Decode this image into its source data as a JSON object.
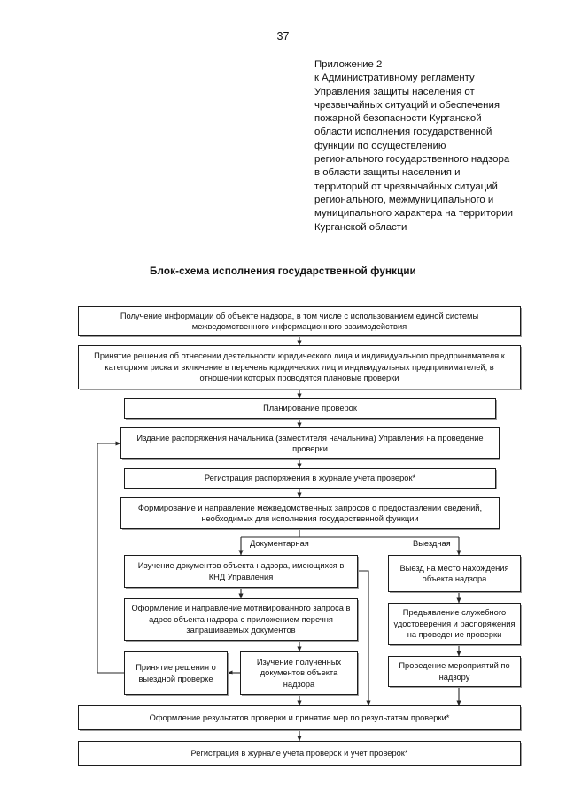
{
  "page": {
    "number": "37"
  },
  "header": {
    "lines": [
      "Приложение 2",
      "к Административному регламенту",
      "Управления защиты населения от",
      "чрезвычайных ситуаций и обеспечения",
      "пожарной безопасности Курганской",
      "области исполнения государственной",
      "функции по осуществлению",
      "регионального государственного надзора",
      "в области защиты населения и",
      "территорий от чрезвычайных ситуаций",
      "регионального, межмуниципального и",
      "муниципального характера на территории",
      "Курганской области"
    ]
  },
  "diagram": {
    "title": "Блок-схема исполнения государственной функции",
    "branch_labels": {
      "documentary": "Документарная",
      "field": "Выездная"
    },
    "nodes": {
      "receive_info": "Получение информации об объекте надзора, в том числе с использованием единой системы межведомственного информационного взаимодействия",
      "risk_decision": "Принятие решения об отнесении деятельности юридического лица и индивидуального предпринимателя к категориям риска и включение в перечень юридических лиц и индивидуальных предпринимателей, в отношении которых проводятся плановые проверки",
      "planning": "Планирование проверок",
      "issue_order": "Издание распоряжения начальника (заместителя начальника) Управления на проведение проверки",
      "register_order": "Регистрация распоряжения в журнале учета проверок*",
      "interagency_requests": "Формирование и направление межведомственных запросов о предоставлении сведений, необходимых для исполнения государственной функции",
      "study_docs_knd": "Изучение документов объекта надзора, имеющихся в КНД Управления",
      "motivated_request": "Оформление и направление мотивированного запроса в адрес объекта надзора с приложением перечня запрашиваемых документов",
      "decision_field_check": "Принятие решения о выездной проверке",
      "study_received_docs": "Изучение полученных документов объекта надзора",
      "travel_to_site": "Выезд на место нахождения объекта надзора",
      "present_credentials": "Предъявление служебного удостоверения и распоряжения на проведение проверки",
      "supervision_activities": "Проведение мероприятий по надзору",
      "formalize_results": "Оформление результатов проверки и принятие мер по результатам проверки*",
      "register_results": "Регистрация в журнале учета проверок и учет проверок*"
    }
  },
  "colors": {
    "text": "#111111",
    "border": "#1c1c1c",
    "box_fill": "#ffffff",
    "shadow": "#9a9a9a",
    "page_background": "#ffffff"
  }
}
